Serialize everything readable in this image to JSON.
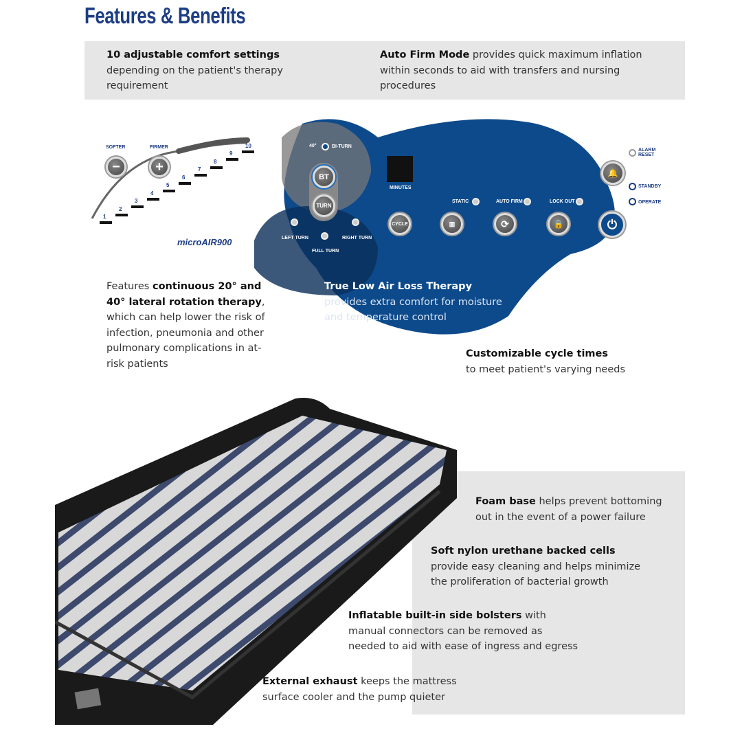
{
  "title": "Features & Benefits",
  "top_features": [
    {
      "bold": "10 adjustable comfort settings",
      "text": " depending on the patient's therapy requirement"
    },
    {
      "bold": "Auto Firm Mode",
      "text": " provides quick maximum inflation within seconds to aid with transfers and nursing procedures"
    }
  ],
  "comfort_dial": {
    "softer": "SOFTER",
    "firmer": "FIRMER",
    "steps": [
      "1",
      "2",
      "3",
      "4",
      "5",
      "6",
      "7",
      "8",
      "9",
      "10"
    ],
    "brand": "microAIR",
    "model": "900"
  },
  "panel": {
    "angle": "40°",
    "biturn": "BI-TURN",
    "bt": "BT",
    "turn": "TURN",
    "left_turn": "LEFT TURN",
    "right_turn": "RIGHT TURN",
    "full_turn": "FULL TURN",
    "minutes": "MINUTES",
    "cycle": "CYCLE",
    "static": "STATIC",
    "auto_firm": "AUTO FIRM",
    "lock_out": "LOCK OUT",
    "alarm_reset": "ALARM RESET",
    "standby": "STANDBY",
    "operate": "OPERATE",
    "color": "#0d4a8c"
  },
  "mid_features": [
    {
      "pre": "Features ",
      "bold": "continuous 20° and 40° lateral rotation therapy",
      "text": ", which can help lower the risk of infection, pneumonia and other pulmonary complications in at-risk patients"
    },
    {
      "bold": "True Low Air Loss Therapy",
      "text": " provides extra comfort for moisture and temperature control"
    },
    {
      "bold": "Customizable cycle times",
      "text": " to meet patient's varying needs"
    }
  ],
  "bottom_features": [
    {
      "bold": "Foam base",
      "text": " helps prevent bottoming out in the event of a power failure"
    },
    {
      "bold": "Soft nylon urethane backed cells",
      "text": " provide easy cleaning and helps minimize the proliferation of bacterial growth"
    },
    {
      "bold": "Inflatable built-in side bolsters",
      "text": " with manual connectors can be removed as needed to aid with ease of ingress and egress"
    },
    {
      "bold": "External exhaust",
      "text": " keeps the mattress surface cooler and the pump quieter"
    }
  ]
}
